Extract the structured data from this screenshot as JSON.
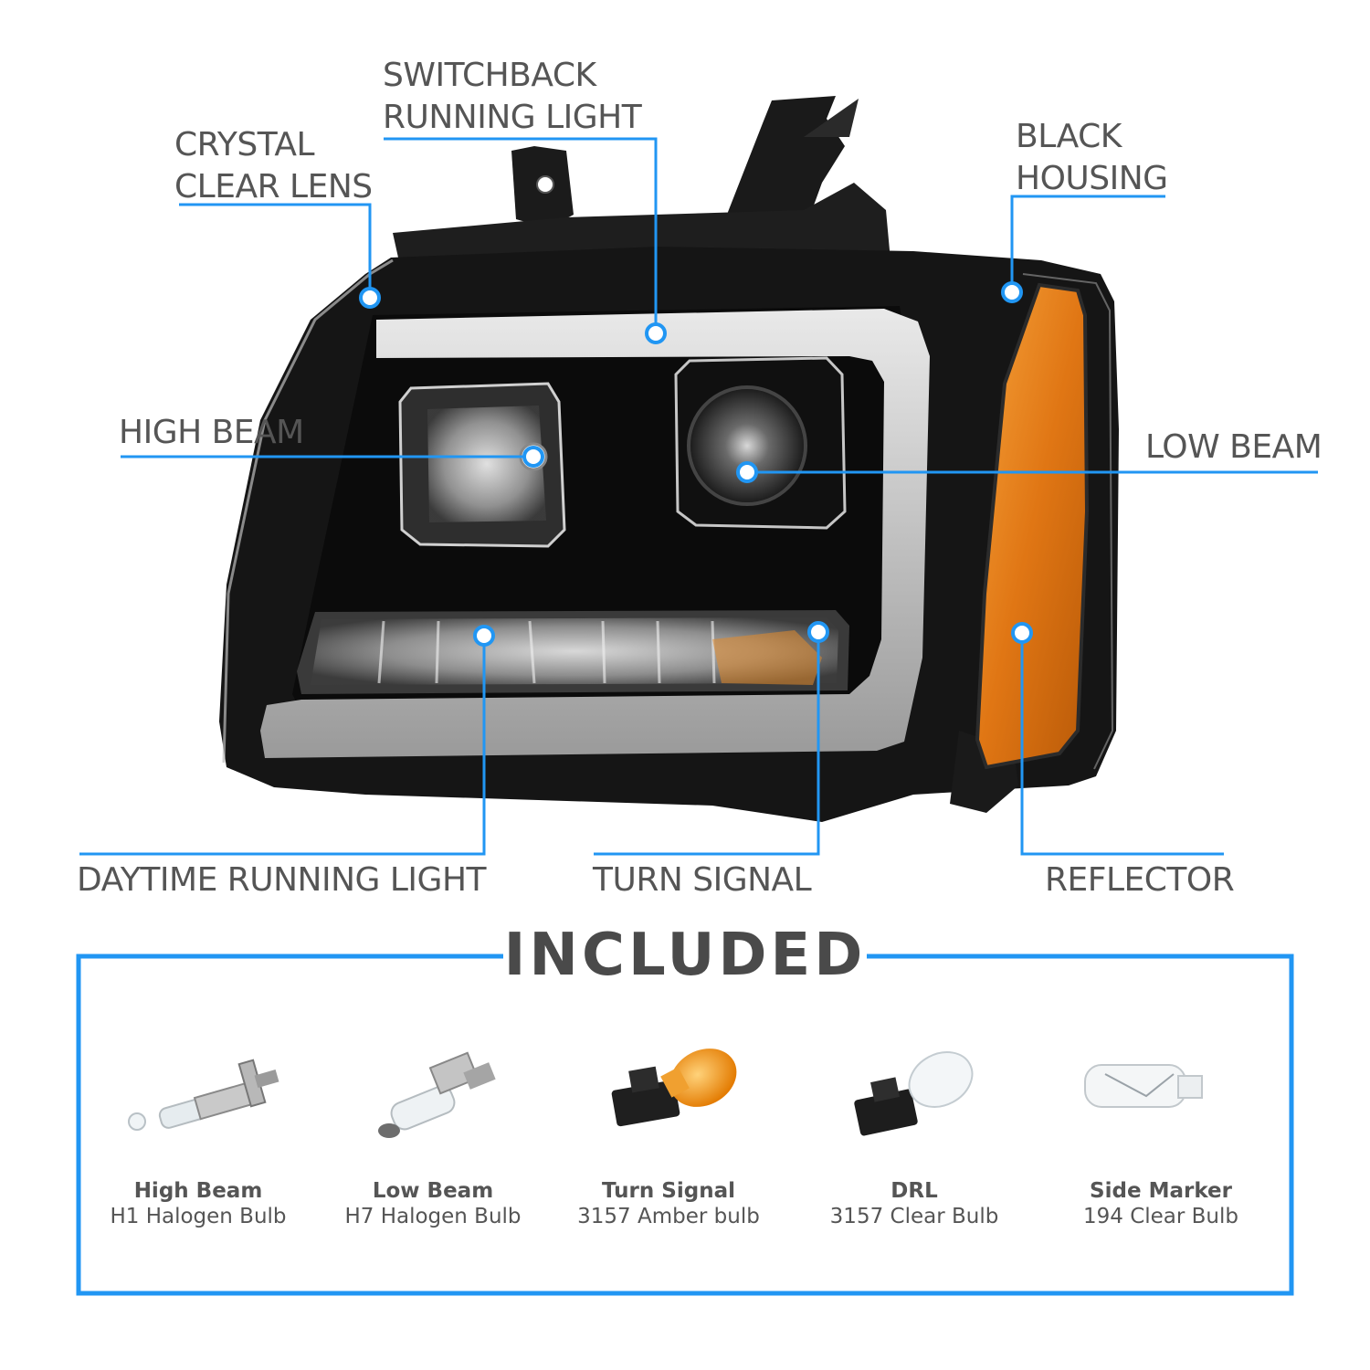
{
  "accent_color": "#2196f3",
  "product_icon": "headlight-assembly-image",
  "callouts": {
    "crystal_clear_lens": [
      "CRYSTAL",
      "CLEAR LENS"
    ],
    "switchback_running_light": [
      "SWITCHBACK",
      "RUNNING LIGHT"
    ],
    "black_housing": [
      "BLACK",
      "HOUSING"
    ],
    "high_beam": "HIGH BEAM",
    "low_beam": "LOW BEAM",
    "daytime_running_light": "DAYTIME RUNNING LIGHT",
    "turn_signal": "TURN SIGNAL",
    "reflector": "REFLECTOR"
  },
  "included": {
    "heading": "INCLUDED",
    "items": [
      {
        "name": "High Beam",
        "spec": "H1 Halogen Bulb",
        "icon": "h1-bulb-icon"
      },
      {
        "name": "Low Beam",
        "spec": "H7 Halogen Bulb",
        "icon": "h7-bulb-icon"
      },
      {
        "name": "Turn Signal",
        "spec": "3157 Amber bulb",
        "icon": "amber-3157-bulb-icon"
      },
      {
        "name": "DRL",
        "spec": "3157 Clear Bulb",
        "icon": "clear-3157-bulb-icon"
      },
      {
        "name": "Side Marker",
        "spec": "194 Clear Bulb",
        "icon": "194-wedge-bulb-icon"
      }
    ]
  }
}
